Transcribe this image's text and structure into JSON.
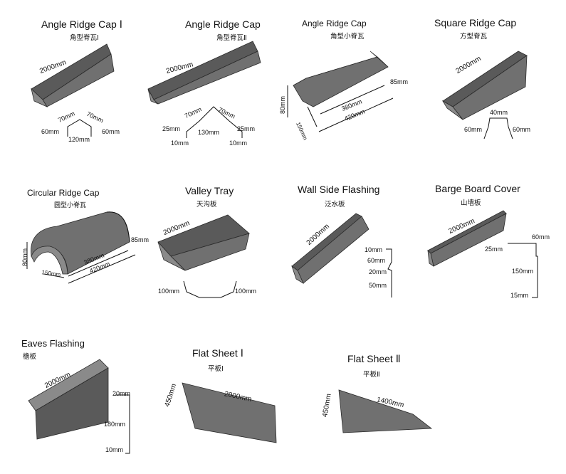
{
  "products": [
    {
      "title": "Angle Ridge Cap Ⅰ",
      "subtitle": "角型脊瓦Ⅰ",
      "dims": {
        "length": "2000mm",
        "a": "70mm",
        "b": "70mm",
        "left": "60mm",
        "right": "60mm",
        "base": "120mm"
      }
    },
    {
      "title": "Angle Ridge Cap",
      "subtitle": "角型脊瓦Ⅱ",
      "dims": {
        "length": "2000mm",
        "a": "70mm",
        "b": "70mm",
        "left": "25mm",
        "right": "25mm",
        "base": "130mm",
        "lfoot": "10mm",
        "rfoot": "10mm"
      }
    },
    {
      "title": "Angle Ridge Cap",
      "subtitle": "角型小脊瓦",
      "dims": {
        "h": "80mm",
        "w": "150mm",
        "len1": "380mm",
        "len2": "420mm",
        "end": "85mm"
      }
    },
    {
      "title": "Square Ridge Cap",
      "subtitle": "方型脊瓦",
      "dims": {
        "length": "2000mm",
        "top": "40mm",
        "left": "60mm",
        "right": "60mm"
      }
    },
    {
      "title": "Circular Ridge Cap",
      "subtitle": "圆型小脊瓦",
      "dims": {
        "h": "80mm",
        "w": "150mm",
        "len1": "380mm",
        "len2": "420mm",
        "end": "85mm"
      }
    },
    {
      "title": "Valley Tray",
      "subtitle": "天沟板",
      "dims": {
        "length": "2000mm",
        "left": "100mm",
        "right": "100mm"
      }
    },
    {
      "title": "Wall Side Flashing",
      "subtitle": "泛水板",
      "dims": {
        "length": "2000mm",
        "d1": "10mm",
        "d2": "60mm",
        "d3": "20mm",
        "d4": "50mm"
      }
    },
    {
      "title": "Barge Board Cover",
      "subtitle": "山墙板",
      "dims": {
        "length": "2000mm",
        "d1": "60mm",
        "d2": "25mm",
        "d3": "150mm",
        "d4": "15mm"
      }
    },
    {
      "title": "Eaves Flashing",
      "subtitle": "檐板",
      "dims": {
        "length": "2000mm",
        "d1": "20mm",
        "d2": "180mm",
        "d3": "10mm"
      }
    },
    {
      "title": "Flat Sheet Ⅰ",
      "subtitle": "平板Ⅰ",
      "dims": {
        "w": "450mm",
        "l": "2000mm"
      }
    },
    {
      "title": "Flat Sheet Ⅱ",
      "subtitle": "平板Ⅱ",
      "dims": {
        "w": "450mm",
        "l": "1400mm"
      }
    }
  ]
}
